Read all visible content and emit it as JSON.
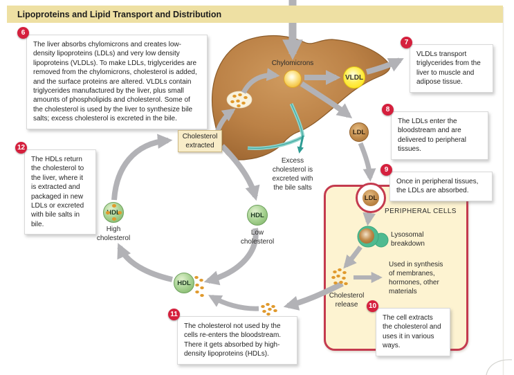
{
  "title": "Lipoproteins and Lipid Transport and Distribution",
  "steps": {
    "s6": {
      "num": "6",
      "text": "The liver absorbs chylomicrons and creates low-density lipoproteins (LDLs) and very low density lipoproteins (VLDLs). To make LDLs, triglycerides are removed from the chylomicrons, cholesterol is added, and the surface proteins are altered. VLDLs contain triglycerides manufactured by the liver, plus small amounts of phospholipids and cholesterol. Some of the cholesterol is used by the liver to synthesize bile salts; excess cholesterol is excreted in the bile."
    },
    "s7": {
      "num": "7",
      "text": "VLDLs transport triglycerides from the liver to muscle and adipose tissue."
    },
    "s8": {
      "num": "8",
      "text": "The LDLs enter the bloodstream and are delivered to peripheral tissues."
    },
    "s9": {
      "num": "9",
      "text": "Once in peripheral tissues, the LDLs are absorbed."
    },
    "s10": {
      "num": "10",
      "text": "The cell extracts the cholesterol and uses it in various ways."
    },
    "s11": {
      "num": "11",
      "text": "The cholesterol not used by the cells re-enters the bloodstream. There it gets absorbed by high-density lipoproteins (HDLs)."
    },
    "s12": {
      "num": "12",
      "text": "The HDLs return the cholesterol to the liver, where it is extracted and packaged in new LDLs or excreted with bile salts in bile."
    }
  },
  "labels": {
    "chylomicrons": "Chylomicrons",
    "vldl": "VLDL",
    "ldl": "LDL",
    "peripheral_ldl": "LDL",
    "hdl_high": "HDL",
    "hdl_low": "HDL",
    "hdl_returning": "HDL",
    "high_cholesterol": "High cholesterol",
    "low_cholesterol": "Low cholesterol",
    "cholesterol_extracted": "Cholesterol extracted",
    "excess_cholesterol": "Excess cholesterol is excreted with the bile salts",
    "peripheral_cells": "PERIPHERAL CELLS",
    "lysosomal_breakdown": "Lysosomal breakdown",
    "used_in_synthesis": "Used in synthesis of membranes, hormones, other materials",
    "cholesterol_release": "Cholesterol release"
  },
  "colors": {
    "title_band": "#eee0a3",
    "step_badge": "#d5203d",
    "liver_brown": "#b57b40",
    "arrow_gray": "#b2b2b6",
    "peripheral_border": "#c43a4e",
    "peripheral_fill": "#fdf3d1",
    "hdl_green": "#9ccb86",
    "lysosome_green": "#4fba90",
    "vldl_yellow": "#ffe72e",
    "chylomicron_yellow": "#f2bf3a",
    "ldl_brown": "#a87038",
    "cholesterol_dot": "#e09a2e",
    "bile_teal": "#2e9c94"
  }
}
